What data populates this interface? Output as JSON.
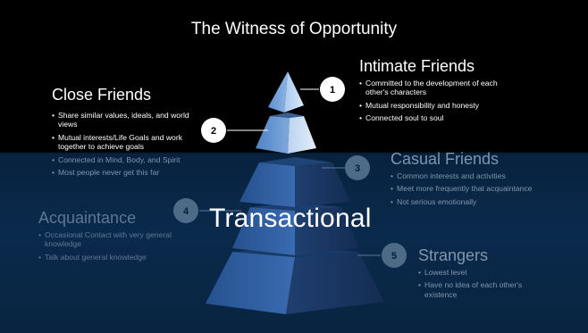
{
  "title": "The Witness of Opportunity",
  "center_label": "Transactional",
  "tiers": [
    {
      "number": "1",
      "heading": "Intimate Friends",
      "bullets": [
        "Committed to the development of each other's characters",
        "Mutual responsibility and honesty",
        "Connected soul to soul"
      ]
    },
    {
      "number": "2",
      "heading": "Close Friends",
      "bullets": [
        "Share similar values, ideals, and world views",
        "Mutual interests/Life Goals and work together to achieve goals",
        "Connected in Mind, Body, and Spirit",
        "Most people never get this far"
      ]
    },
    {
      "number": "3",
      "heading": "Casual Friends",
      "bullets": [
        "Common interests and activities",
        "Meet more frequently that acquaintance",
        "Not serious emotionally"
      ]
    },
    {
      "number": "4",
      "heading": "Acquaintance",
      "bullets": [
        "Occasional Contact with very general knowledge",
        "Talk about general knowledge"
      ]
    },
    {
      "number": "5",
      "heading": "Strangers",
      "bullets": [
        "Lowest level",
        "Have no idea of each other's existence"
      ]
    }
  ],
  "colors": {
    "background_top": "#000000",
    "background_bottom": "#0a2a4c",
    "badge_white": "#ffffff",
    "badge_blue": "#4d6a86",
    "pyramid": "#3e6aa8"
  }
}
